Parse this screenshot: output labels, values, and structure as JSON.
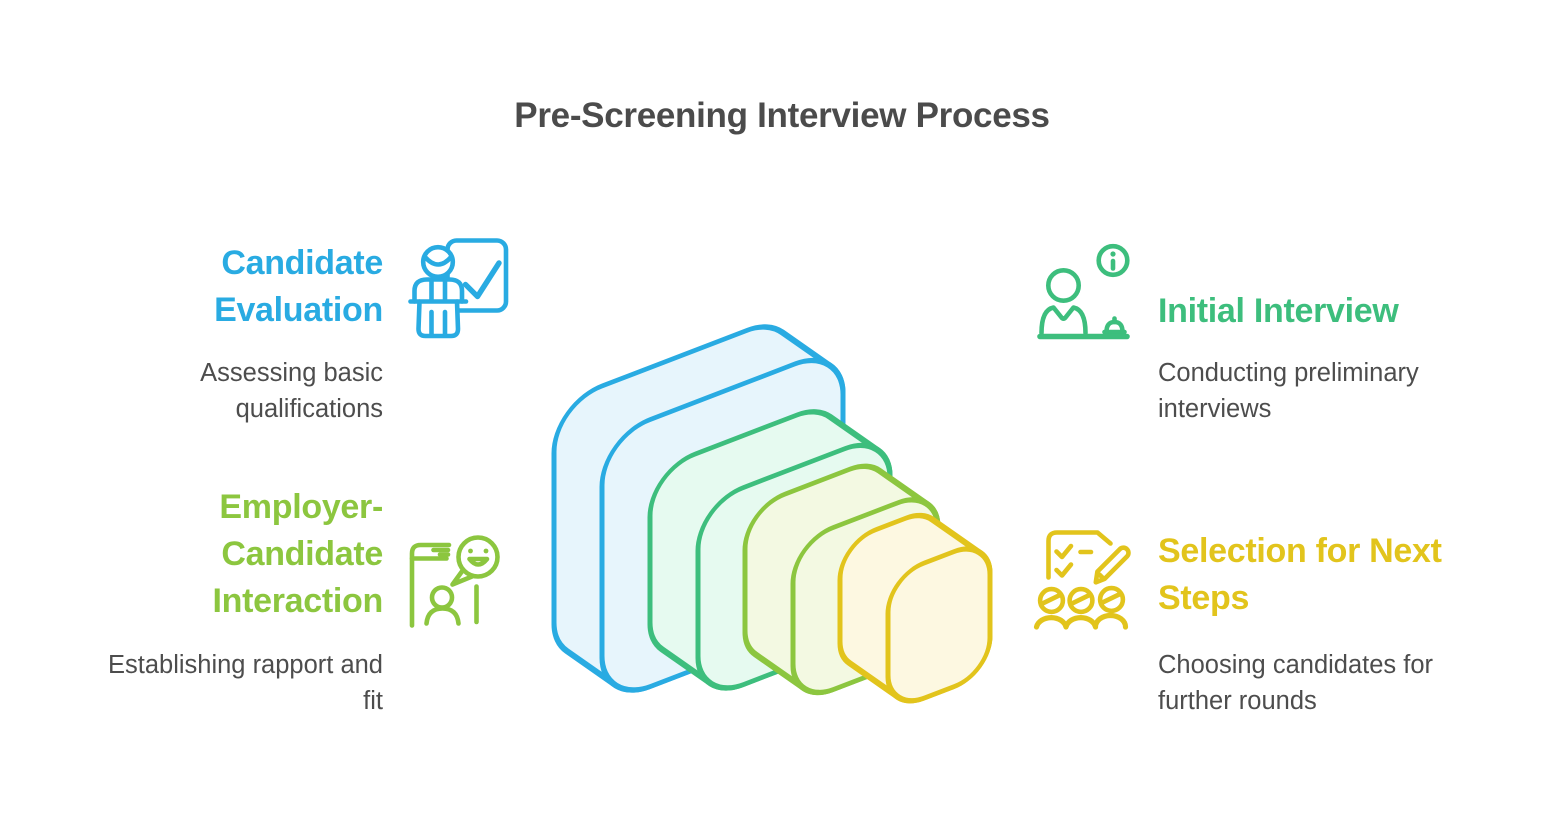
{
  "title": "Pre-Screening Interview Process",
  "colors": {
    "title": "#4B4B4B",
    "text": "#4D4D4D",
    "blue": "#29ABE2",
    "blue_fill": "#E7F5FC",
    "green": "#3DBE7D",
    "green_fill": "#E6FAF0",
    "olive": "#8CC63F",
    "olive_fill": "#F3F9E2",
    "yellow": "#E2C41C",
    "yellow_fill": "#FDF8E1"
  },
  "features": [
    {
      "id": "candidate-evaluation",
      "heading": [
        "Candidate",
        "Evaluation"
      ],
      "description": [
        "Assessing basic",
        "qualifications"
      ],
      "color": "#29ABE2",
      "icon": "person-checkboard-icon"
    },
    {
      "id": "initial-interview",
      "heading": [
        "Initial Interview"
      ],
      "description": [
        "Conducting preliminary",
        "interviews"
      ],
      "color": "#3DBE7D",
      "icon": "interviewer-desk-info-icon"
    },
    {
      "id": "employer-candidate-interaction",
      "heading": [
        "Employer-",
        "Candidate",
        "Interaction"
      ],
      "description": [
        "Establishing rapport and",
        "fit"
      ],
      "color": "#8CC63F",
      "icon": "chat-smiley-person-icon"
    },
    {
      "id": "selection-for-next-steps",
      "heading": [
        "Selection for Next",
        "Steps"
      ],
      "description": [
        "Choosing candidates for",
        "further rounds"
      ],
      "color": "#E2C41C",
      "icon": "checklist-pencil-people-icon"
    }
  ],
  "graphic": {
    "type": "nested-isometric-rounded-squares",
    "layers": [
      {
        "order": 1,
        "color_name": "blue",
        "stroke": "#29ABE2",
        "fill": "#E7F5FC"
      },
      {
        "order": 2,
        "color_name": "green",
        "stroke": "#3DBE7D",
        "fill": "#E6FAF0"
      },
      {
        "order": 3,
        "color_name": "olive",
        "stroke": "#8CC63F",
        "fill": "#F3F9E2"
      },
      {
        "order": 4,
        "color_name": "yellow",
        "stroke": "#E2C41C",
        "fill": "#FDF8E1"
      }
    ]
  }
}
